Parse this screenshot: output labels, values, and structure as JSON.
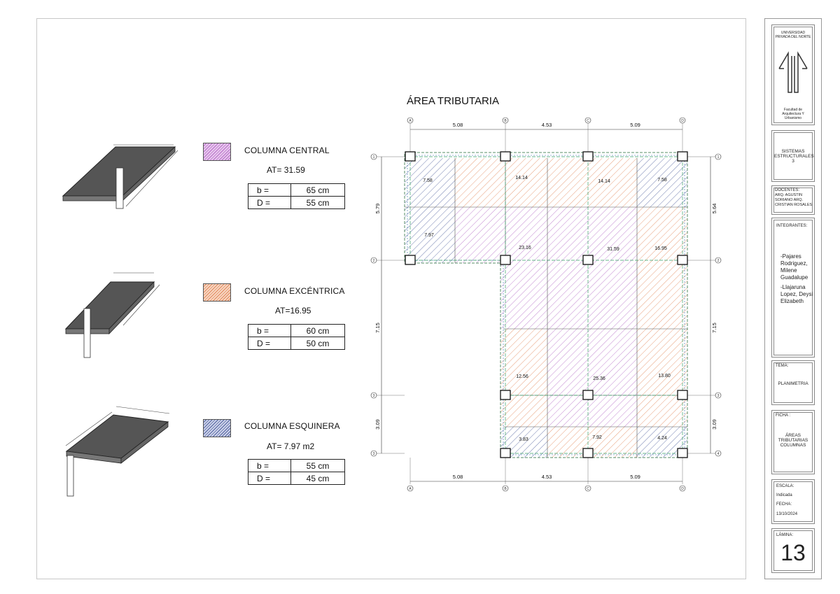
{
  "title": "ÁREA TRIBUTARIA",
  "legend": [
    {
      "label": "COLUMNA CENTRAL",
      "at": "AT= 31.59",
      "color": "#b56bc6",
      "dims": [
        {
          "k": "b =",
          "v": "65 cm"
        },
        {
          "k": "D =",
          "v": "55 cm"
        }
      ]
    },
    {
      "label": "COLUMNA EXCÉNTRICA",
      "at": "AT=16.95",
      "color": "#e2875a",
      "dims": [
        {
          "k": "b =",
          "v": "60 cm"
        },
        {
          "k": "D =",
          "v": "50 cm"
        }
      ]
    },
    {
      "label": "COLUMNA ESQUINERA",
      "at": "AT= 7.97 m2",
      "color": "#4f5f9d",
      "dims": [
        {
          "k": "b =",
          "v": "55 cm"
        },
        {
          "k": "D =",
          "v": "45 cm"
        }
      ]
    }
  ],
  "plan": {
    "axis_letters": [
      "A",
      "B",
      "C",
      "D"
    ],
    "axis_numbers_left": [
      "1",
      "2",
      "3",
      "3"
    ],
    "axis_numbers_right": [
      "1",
      "2",
      "3",
      "4"
    ],
    "spans_x": [
      "5.08",
      "4.53",
      "5.09"
    ],
    "spans_y_left": [
      "5.79",
      "7.15",
      "3.09"
    ],
    "spans_y_right": [
      "5.64",
      "7.15",
      "3.09"
    ],
    "area_labels": [
      "7.58",
      "14.14",
      "14.14",
      "7.58",
      "7.97",
      "23.16",
      "31.59",
      "16.95",
      "12.56",
      "25.36",
      "13.80",
      "3.83",
      "7.92",
      "4.24"
    ]
  },
  "title_block": {
    "university": "UNIVERSIDAD PRIVADA DEL NORTE",
    "faculty": "Facultad de Arquitectura Y Urbanismo",
    "course": "SISTEMAS ESTRUCTURALES 3",
    "docentes_label": "DOCENTES:",
    "docentes": "ARQ. AGUSTIN SORIANO ARQ. CRISTIAN ROSALES",
    "integrantes_label": "INTEGRANTES:",
    "integrante_1": "-Pajares Rodriguez, Milene Guadalupe",
    "integrante_2": "-Llajaruna Lopez, Deysi Elizabeth",
    "tema_label": "TEMA:",
    "tema": "PLANIMETRIA",
    "ficha_label": "FICHA :",
    "ficha": "ÁREAS TRIBUTARIAS COLUMNAS",
    "escala_label": "ESCALA:",
    "escala": "Indicada",
    "fecha_label": "FECHA:",
    "fecha": "13/10/2024",
    "lamina_label": "LÁMINA:",
    "lamina": "13"
  },
  "colors": {
    "central": "#b56bc6",
    "excentrica": "#e2875a",
    "esquinera": "#4f5f9d"
  }
}
